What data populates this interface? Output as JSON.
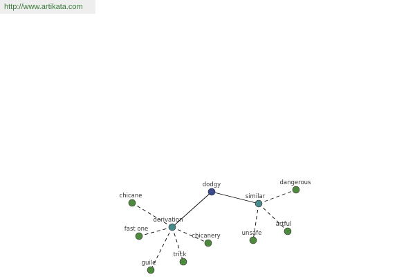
{
  "header": {
    "url_text": "http://www.artikata.com"
  },
  "colors": {
    "root": "#3b4a8c",
    "hub": "#4a8a8a",
    "leaf": "#4e8a3e",
    "edge": "#000000",
    "url_text": "#3a7a3a"
  },
  "graph": {
    "nodes": [
      {
        "id": "dodgy",
        "label": "dodgy",
        "kind": "root"
      },
      {
        "id": "derivation",
        "label": "derivation",
        "kind": "hub"
      },
      {
        "id": "similar",
        "label": "similar",
        "kind": "hub"
      },
      {
        "id": "chicane",
        "label": "chicane",
        "kind": "leaf"
      },
      {
        "id": "fast-one",
        "label": "fast one",
        "kind": "leaf"
      },
      {
        "id": "guile",
        "label": "guile",
        "kind": "leaf"
      },
      {
        "id": "trick",
        "label": "trick",
        "kind": "leaf"
      },
      {
        "id": "chicanery",
        "label": "chicanery",
        "kind": "leaf"
      },
      {
        "id": "unsafe",
        "label": "unsafe",
        "kind": "leaf"
      },
      {
        "id": "artful",
        "label": "artful",
        "kind": "leaf"
      },
      {
        "id": "dangerous",
        "label": "dangerous",
        "kind": "leaf"
      }
    ],
    "edges": [
      {
        "from": "dodgy",
        "to": "derivation",
        "style": "solid"
      },
      {
        "from": "dodgy",
        "to": "similar",
        "style": "solid"
      },
      {
        "from": "derivation",
        "to": "chicane",
        "style": "dashed"
      },
      {
        "from": "derivation",
        "to": "fast-one",
        "style": "dashed"
      },
      {
        "from": "derivation",
        "to": "guile",
        "style": "dashed"
      },
      {
        "from": "derivation",
        "to": "trick",
        "style": "dashed"
      },
      {
        "from": "derivation",
        "to": "chicanery",
        "style": "dashed"
      },
      {
        "from": "similar",
        "to": "unsafe",
        "style": "dashed"
      },
      {
        "from": "similar",
        "to": "artful",
        "style": "dashed"
      },
      {
        "from": "similar",
        "to": "dangerous",
        "style": "dashed"
      }
    ]
  }
}
